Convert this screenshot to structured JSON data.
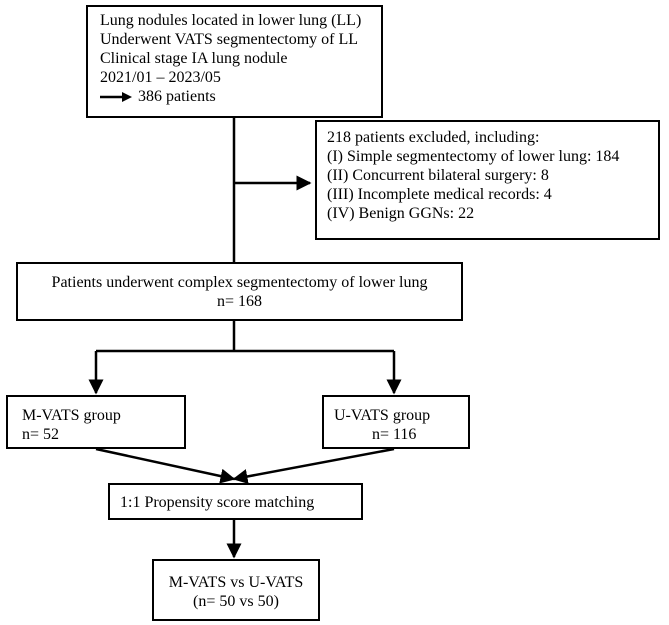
{
  "flowchart": {
    "inclusion": {
      "lines": [
        "Lung nodules located in lower lung (LL)",
        "Underwent VATS segmentectomy of LL",
        "Clinical stage IA lung nodule",
        "2021/01 – 2023/05"
      ],
      "count_text": "386  patients"
    },
    "exclusion": {
      "lines": [
        "218 patients excluded, including:",
        "(I) Simple segmentectomy of lower lung: 184",
        "(II) Concurrent bilateral surgery:  8",
        "(III) Incomplete medical records: 4",
        "(IV) Benign GGNs: 22"
      ]
    },
    "complex": {
      "line1": "Patients underwent complex segmentectomy of lower lung",
      "line2": "n= 168"
    },
    "mvats": {
      "line1": "M-VATS group",
      "line2": "n= 52"
    },
    "uvats": {
      "line1": "U-VATS group",
      "line2": "n= 116"
    },
    "psm": {
      "label": "1:1 Propensity score matching"
    },
    "final": {
      "line1": "M-VATS vs U-VATS",
      "line2": "(n= 50 vs 50)"
    }
  }
}
